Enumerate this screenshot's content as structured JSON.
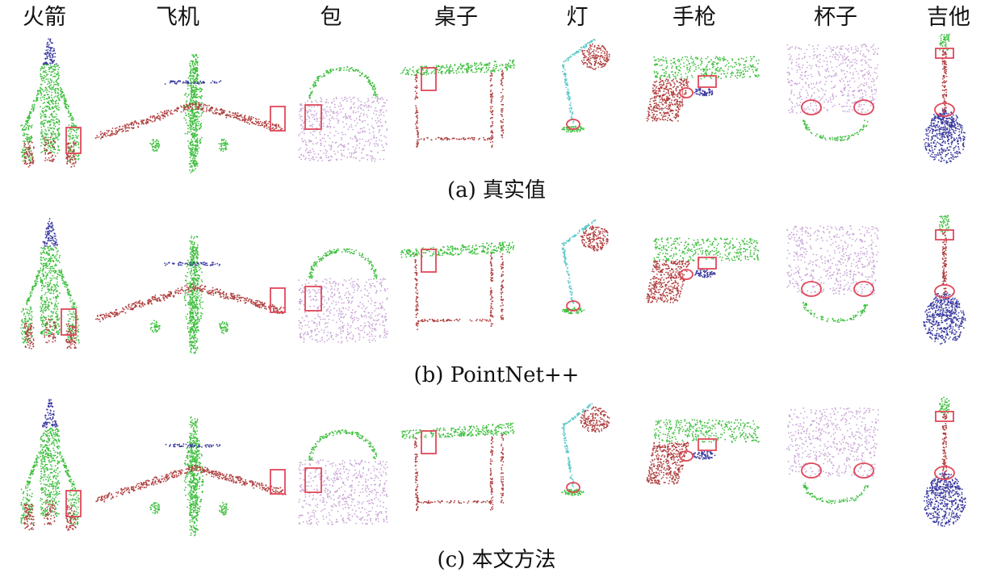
{
  "categories": [
    "火箭",
    "飞机",
    "包",
    "桌子",
    "灯",
    "手枪",
    "杯子",
    "吉他"
  ],
  "rows": [
    {
      "caption": "(a) 真实值"
    },
    {
      "caption": "(b) PointNet++"
    },
    {
      "caption": "(c) 本文方法"
    }
  ],
  "colors": {
    "green": "#3fbf3f",
    "red": "#b04040",
    "blue": "#3a3aa0",
    "purple": "#c9a6d6",
    "cyan": "#5cc9c9",
    "highlight": "#e0485a"
  },
  "shapes": {
    "rocket": "rocket-point-cloud",
    "airplane": "airplane-point-cloud",
    "bag": "bag-point-cloud",
    "table": "table-point-cloud",
    "lamp": "lamp-point-cloud",
    "pistol": "pistol-point-cloud",
    "mug": "mug-point-cloud",
    "guitar": "guitar-point-cloud"
  }
}
